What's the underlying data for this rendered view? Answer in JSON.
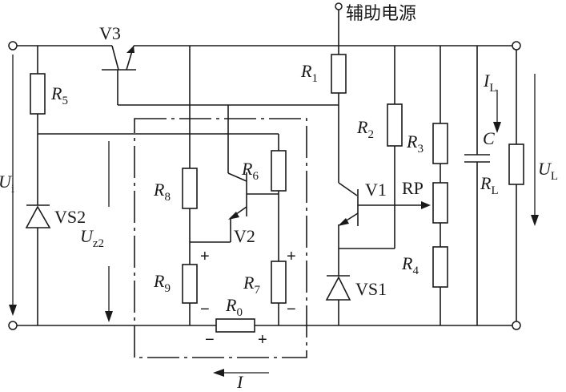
{
  "labels": {
    "aux_power": "辅助电源",
    "V3": "V3",
    "V2": "V2",
    "V1": "V1",
    "VS1": "VS1",
    "VS2": "VS2",
    "RP": "RP",
    "R": "R",
    "sub_1": "1",
    "sub_2": "2",
    "sub_3": "3",
    "sub_4": "4",
    "sub_5": "5",
    "sub_6": "6",
    "sub_7": "7",
    "sub_8": "8",
    "sub_9": "9",
    "sub_0": "0",
    "sub_L": "L",
    "C": "C",
    "U": "U",
    "sub_i": "i",
    "sub_z2": "z2",
    "I": "I",
    "plus": "+",
    "minus": "−"
  }
}
